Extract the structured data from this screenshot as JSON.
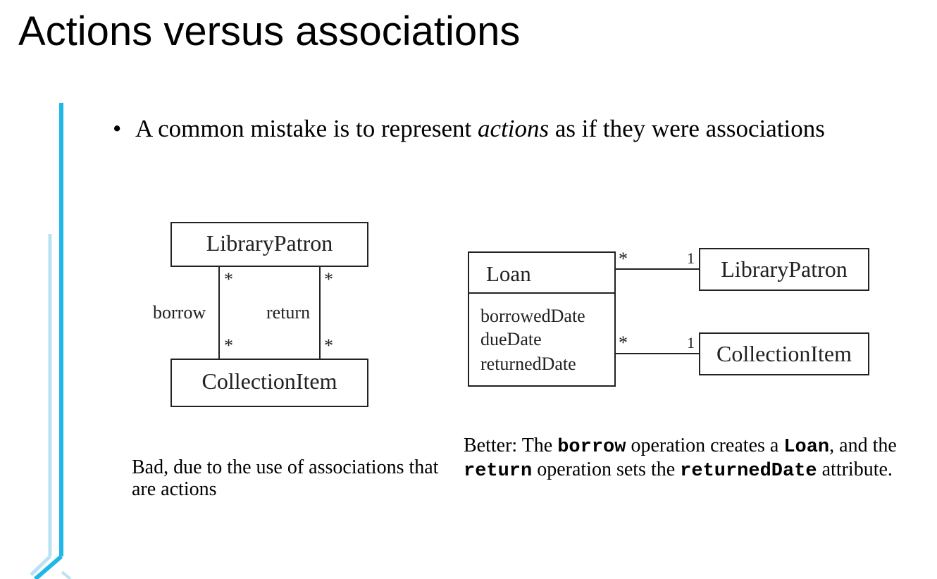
{
  "slide": {
    "title": "Actions versus associations",
    "bullet": {
      "text_before": "A common mistake is to represent ",
      "emphasis": "actions",
      "text_after": " as if they were associations"
    }
  },
  "bad_diagram": {
    "top_class": "LibraryPatron",
    "bottom_class": "CollectionItem",
    "left_association": {
      "name": "borrow",
      "mult_top": "*",
      "mult_bottom": "*"
    },
    "right_association": {
      "name": "return",
      "mult_top": "*",
      "mult_bottom": "*"
    },
    "caption": "Bad, due to the use of associations that are actions"
  },
  "good_diagram": {
    "loan_class": {
      "name": "Loan",
      "attributes": [
        "borrowedDate",
        "dueDate",
        "returnedDate"
      ]
    },
    "patron_class": "LibraryPatron",
    "item_class": "CollectionItem",
    "patron_association": {
      "mult_loan": "*",
      "mult_other": "1"
    },
    "item_association": {
      "mult_loan": "*",
      "mult_other": "1"
    },
    "caption": {
      "part1": "Better: The ",
      "code1": "borrow",
      "part2": " operation creates a ",
      "code2": "Loan",
      "part3": ", and the ",
      "code3": "return",
      "part4": " operation sets the ",
      "code4": "returnedDate",
      "part5": " attribute."
    }
  },
  "colors": {
    "accent": "#1fb8e6",
    "accent_light": "#b9e3f3",
    "line": "#222222"
  }
}
